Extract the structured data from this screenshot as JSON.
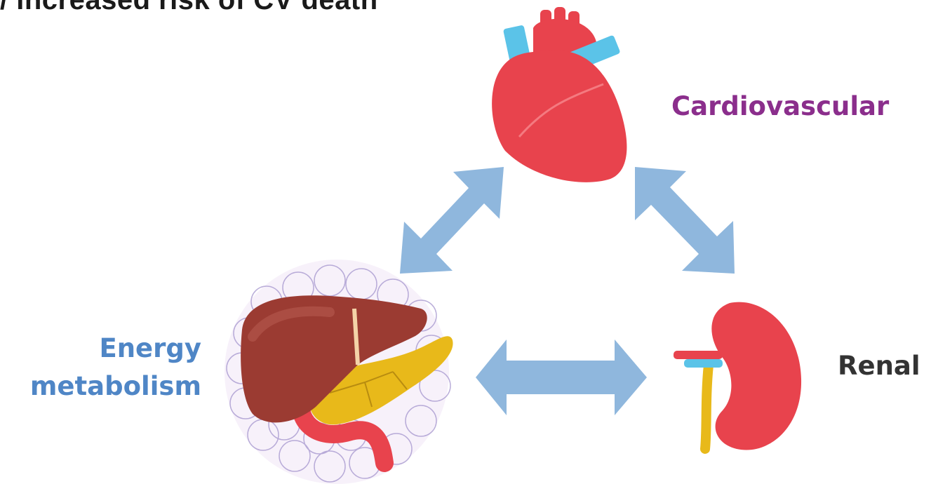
{
  "title": "/ increased risk of CV death",
  "labels": {
    "cardiovascular": "Cardiovascular",
    "renal": "Renal",
    "energy_line1": "Energy",
    "energy_line2": "metabolism"
  },
  "colors": {
    "cardiovascular": "#8b2e8c",
    "renal": "#333333",
    "energy": "#4f86c6",
    "arrow": "#8fb7dd",
    "organ_red": "#e8434d",
    "liver": "#9b3b32",
    "pancreas": "#e8b91a",
    "vessel_blue": "#5bc3e8"
  },
  "icons": [
    "heart-icon",
    "kidney-icon",
    "liver-pancreas-icon",
    "adipose-tissue-icon"
  ]
}
